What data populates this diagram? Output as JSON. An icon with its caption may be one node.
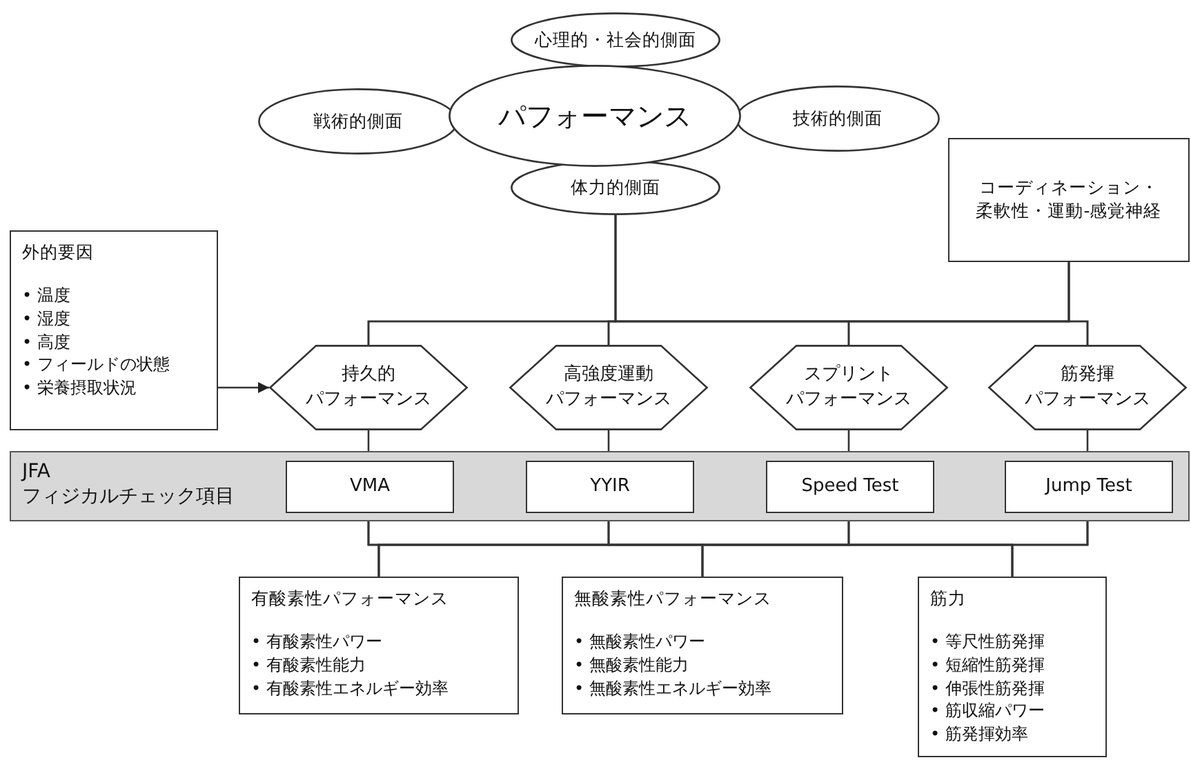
{
  "diagram": {
    "nodes": [
      {
        "text": [
          "パフォーマンス"
        ]
      },
      {
        "text": [
          "心理的・社会的側面"
        ]
      },
      {
        "text": [
          "戦術的側面"
        ]
      },
      {
        "text": [
          "技術的側面"
        ]
      },
      {
        "text": [
          "体力的側面"
        ]
      },
      {
        "text": [
          "コーディネーション・柔軟性・運動-感覚神経"
        ]
      },
      {
        "text": [
          "外的要因",
          "• 温度",
          "• 湿度",
          "• 高度",
          "• フィールドの状態",
          "• 栄養摂取状況"
        ]
      },
      {
        "text": [
          "持久的パフォーマンス"
        ]
      },
      {
        "text": [
          "高強度運動パフォーマンス"
        ]
      },
      {
        "text": [
          "スプリントパフォーマンス"
        ]
      },
      {
        "text": [
          "筋発揮パフォーマンス"
        ]
      },
      {
        "text": [
          "JFA フィジカルチェック項目"
        ]
      },
      {
        "text": [
          "VMA"
        ],
        "in": 11
      },
      {
        "text": [
          "YYIR"
        ],
        "in": 11
      },
      {
        "text": [
          "Speed Test"
        ],
        "in": 11
      },
      {
        "text": [
          "Jump Test"
        ],
        "in": 11
      },
      {
        "text": [
          "有酸素性パフォーマンス",
          "• 有酸素性パワー",
          "• 有酸素性能力",
          "• 有酸素性エネルギー効率"
        ]
      },
      {
        "text": [
          "無酸素性パフォーマンス",
          "• 無酸素性パワー",
          "• 無酸素性能力",
          "• 無酸素性エネルギー効率"
        ]
      },
      {
        "text": [
          "筋力",
          "• 等尺性筋発揮",
          "• 短縮性筋発揮",
          "• 伸張性筋発揮",
          "• 筋収縮パワー",
          "• 筋発揮効率"
        ]
      }
    ],
    "edges": [
      {
        "from": 6,
        "to": 7,
        "arrow": "to"
      },
      {
        "from": 4,
        "to": 7,
        "arrow": "none"
      },
      {
        "from": 4,
        "to": 8,
        "arrow": "none"
      },
      {
        "from": 4,
        "to": 9,
        "arrow": "none"
      },
      {
        "from": 4,
        "to": 10,
        "arrow": "none"
      },
      {
        "from": 5,
        "to": 7,
        "arrow": "none"
      },
      {
        "from": 5,
        "to": 8,
        "arrow": "none"
      },
      {
        "from": 5,
        "to": 9,
        "arrow": "none"
      },
      {
        "from": 5,
        "to": 10,
        "arrow": "none"
      },
      {
        "from": 7,
        "to": 12,
        "arrow": "none"
      },
      {
        "from": 8,
        "to": 13,
        "arrow": "none"
      },
      {
        "from": 9,
        "to": 14,
        "arrow": "none"
      },
      {
        "from": 10,
        "to": 15,
        "arrow": "none"
      },
      {
        "from": 12,
        "to": 16,
        "arrow": "none"
      },
      {
        "from": 12,
        "to": 17,
        "arrow": "none"
      },
      {
        "from": 12,
        "to": 18,
        "arrow": "none"
      },
      {
        "from": 13,
        "to": 16,
        "arrow": "none"
      },
      {
        "from": 13,
        "to": 17,
        "arrow": "none"
      },
      {
        "from": 13,
        "to": 18,
        "arrow": "none"
      },
      {
        "from": 14,
        "to": 16,
        "arrow": "none"
      },
      {
        "from": 14,
        "to": 17,
        "arrow": "none"
      },
      {
        "from": 14,
        "to": 18,
        "arrow": "none"
      },
      {
        "from": 15,
        "to": 16,
        "arrow": "none"
      },
      {
        "from": 15,
        "to": 17,
        "arrow": "none"
      },
      {
        "from": 15,
        "to": 18,
        "arrow": "none"
      }
    ]
  }
}
